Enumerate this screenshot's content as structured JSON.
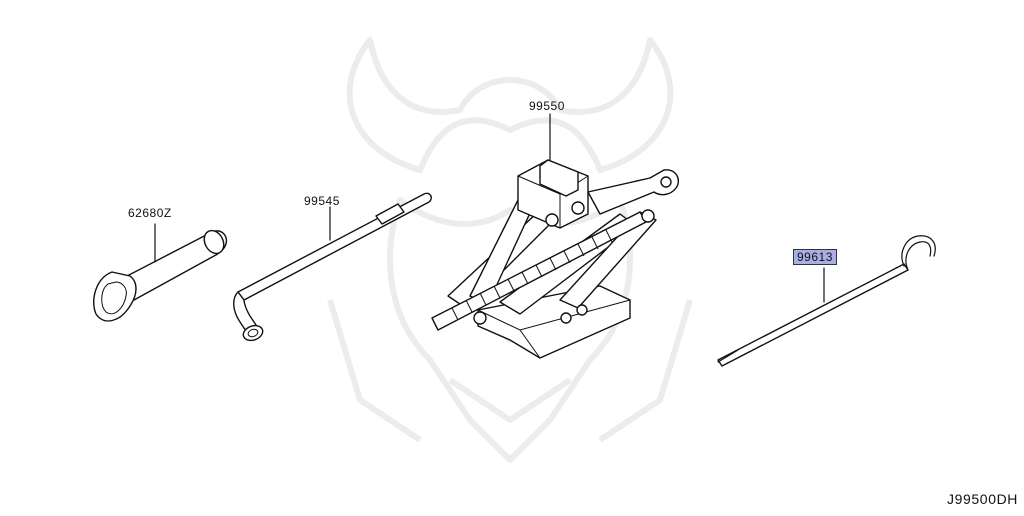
{
  "parts": [
    {
      "id": "p62680",
      "number": "62680Z",
      "name": "tow-hook"
    },
    {
      "id": "p99545",
      "number": "99545",
      "name": "jack-handle"
    },
    {
      "id": "p99550",
      "number": "99550",
      "name": "jack"
    },
    {
      "id": "p99613",
      "number": "99613",
      "name": "jack-rod",
      "highlight_color": "#a9aee6"
    }
  ],
  "diagram_code": "J99500DH",
  "watermark": "samurai-helmet-logo"
}
